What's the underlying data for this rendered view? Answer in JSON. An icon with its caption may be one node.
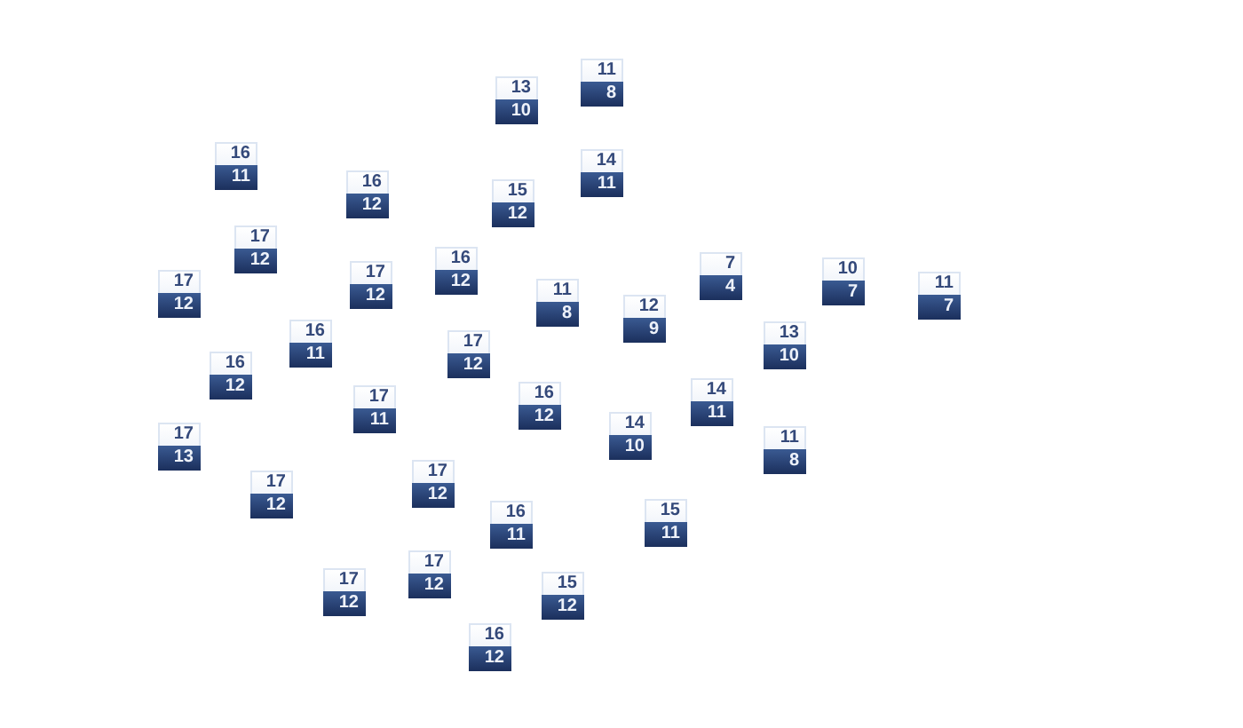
{
  "diagram": {
    "nodes": [
      {
        "text": [
          "11",
          "8"
        ]
      },
      {
        "text": [
          "13",
          "10"
        ]
      },
      {
        "text": [
          "16",
          "11"
        ]
      },
      {
        "text": [
          "14",
          "11"
        ]
      },
      {
        "text": [
          "16",
          "12"
        ]
      },
      {
        "text": [
          "15",
          "12"
        ]
      },
      {
        "text": [
          "17",
          "12"
        ]
      },
      {
        "text": [
          "16",
          "12"
        ]
      },
      {
        "text": [
          "7",
          "4"
        ]
      },
      {
        "text": [
          "10",
          "7"
        ]
      },
      {
        "text": [
          "17",
          "12"
        ]
      },
      {
        "text": [
          "17",
          "12"
        ]
      },
      {
        "text": [
          "11",
          "7"
        ]
      },
      {
        "text": [
          "11",
          "8"
        ]
      },
      {
        "text": [
          "12",
          "9"
        ]
      },
      {
        "text": [
          "16",
          "11"
        ]
      },
      {
        "text": [
          "13",
          "10"
        ]
      },
      {
        "text": [
          "17",
          "12"
        ]
      },
      {
        "text": [
          "16",
          "12"
        ]
      },
      {
        "text": [
          "14",
          "11"
        ]
      },
      {
        "text": [
          "16",
          "12"
        ]
      },
      {
        "text": [
          "17",
          "11"
        ]
      },
      {
        "text": [
          "14",
          "10"
        ]
      },
      {
        "text": [
          "17",
          "13"
        ]
      },
      {
        "text": [
          "11",
          "8"
        ]
      },
      {
        "text": [
          "17",
          "12"
        ]
      },
      {
        "text": [
          "17",
          "12"
        ]
      },
      {
        "text": [
          "15",
          "11"
        ]
      },
      {
        "text": [
          "16",
          "11"
        ]
      },
      {
        "text": [
          "17",
          "12"
        ]
      },
      {
        "text": [
          "17",
          "12"
        ]
      },
      {
        "text": [
          "15",
          "12"
        ]
      },
      {
        "text": [
          "16",
          "12"
        ]
      }
    ]
  }
}
